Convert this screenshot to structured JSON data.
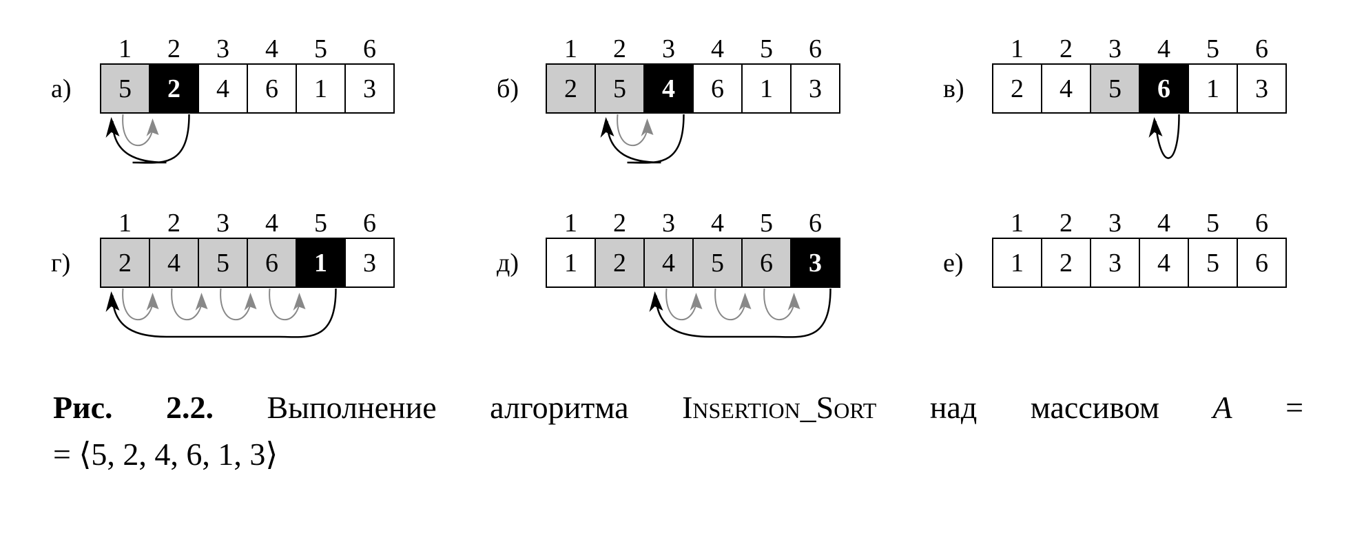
{
  "figure": {
    "panels": [
      {
        "label": "а)",
        "indices": [
          "1",
          "2",
          "3",
          "4",
          "5",
          "6"
        ],
        "values": [
          "5",
          "2",
          "4",
          "6",
          "1",
          "3"
        ],
        "shades": [
          "gray",
          "black",
          "white",
          "white",
          "white",
          "white"
        ],
        "arrows": {
          "key_index": 2,
          "target_index": 1,
          "gray_from": [
            1
          ]
        }
      },
      {
        "label": "б)",
        "indices": [
          "1",
          "2",
          "3",
          "4",
          "5",
          "6"
        ],
        "values": [
          "2",
          "5",
          "4",
          "6",
          "1",
          "3"
        ],
        "shades": [
          "gray",
          "gray",
          "black",
          "white",
          "white",
          "white"
        ],
        "arrows": {
          "key_index": 3,
          "target_index": 2,
          "gray_from": [
            2
          ]
        }
      },
      {
        "label": "в)",
        "indices": [
          "1",
          "2",
          "3",
          "4",
          "5",
          "6"
        ],
        "values": [
          "2",
          "4",
          "5",
          "6",
          "1",
          "3"
        ],
        "shades": [
          "white",
          "white",
          "gray",
          "black",
          "white",
          "white"
        ],
        "arrows": {
          "key_index": 4,
          "target_index": 4,
          "gray_from": []
        }
      },
      {
        "label": "г)",
        "indices": [
          "1",
          "2",
          "3",
          "4",
          "5",
          "6"
        ],
        "values": [
          "2",
          "4",
          "5",
          "6",
          "1",
          "3"
        ],
        "shades": [
          "gray",
          "gray",
          "gray",
          "gray",
          "black",
          "white"
        ],
        "arrows": {
          "key_index": 5,
          "target_index": 1,
          "gray_from": [
            1,
            2,
            3,
            4
          ]
        }
      },
      {
        "label": "д)",
        "indices": [
          "1",
          "2",
          "3",
          "4",
          "5",
          "6"
        ],
        "values": [
          "1",
          "2",
          "4",
          "5",
          "6",
          "3"
        ],
        "shades": [
          "white",
          "gray",
          "gray",
          "gray",
          "gray",
          "black"
        ],
        "arrows": {
          "key_index": 6,
          "target_index": 3,
          "gray_from": [
            3,
            4,
            5
          ]
        }
      },
      {
        "label": "е)",
        "indices": [
          "1",
          "2",
          "3",
          "4",
          "5",
          "6"
        ],
        "values": [
          "1",
          "2",
          "3",
          "4",
          "5",
          "6"
        ],
        "shades": [
          "white",
          "white",
          "white",
          "white",
          "white",
          "white"
        ],
        "arrows": null
      }
    ],
    "colors": {
      "gray_fill": "#cccccc",
      "black_fill": "#000000",
      "gray_arrow": "#888888",
      "black_arrow": "#000000"
    }
  },
  "caption": {
    "label": "Рис. 2.2.",
    "text_before": "Выполнение алгоритма",
    "algorithm": "Insertion_Sort",
    "text_after": "над массивом",
    "variable": "A",
    "equals": "=",
    "line2": "= ⟨5, 2, 4, 6, 1, 3⟩"
  }
}
